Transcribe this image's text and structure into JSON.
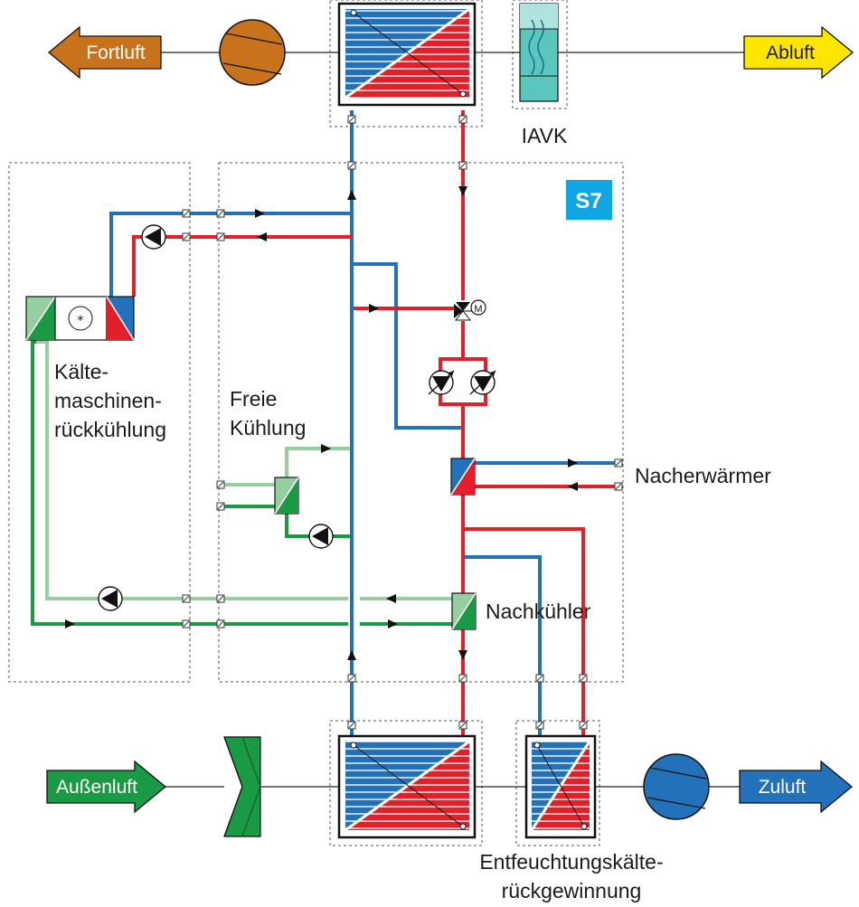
{
  "arrows": {
    "fortluft": "Fortluft",
    "abluft": "Abluft",
    "aussenluft": "Außenluft",
    "zuluft": "Zuluft"
  },
  "labels": {
    "iavk": "IAVK",
    "badge": "S7",
    "kaelte_1": "Kälte-",
    "kaelte_2": "maschinen-",
    "kaelte_3": "rückkühlung",
    "freie_1": "Freie",
    "freie_2": "Kühlung",
    "nacherwaermer": "Nacherwärmer",
    "nachkuehler": "Nachkühler",
    "entf_1": "Entfeuchtungskälte-",
    "entf_2": "rückgewinnung",
    "motor": "M"
  },
  "colors": {
    "blue": "#2372b9",
    "red": "#e3202a",
    "green_dark": "#1a9a44",
    "green_light": "#93cf9f",
    "fortluft_orange": "#c8731c",
    "abluft_yellow": "#ffe600",
    "aussenluft_green": "#1a9a44",
    "zuluft_blue": "#2372b9",
    "badge_cyan": "#12a5e3",
    "iavk_teal": "#5bc6bd"
  }
}
